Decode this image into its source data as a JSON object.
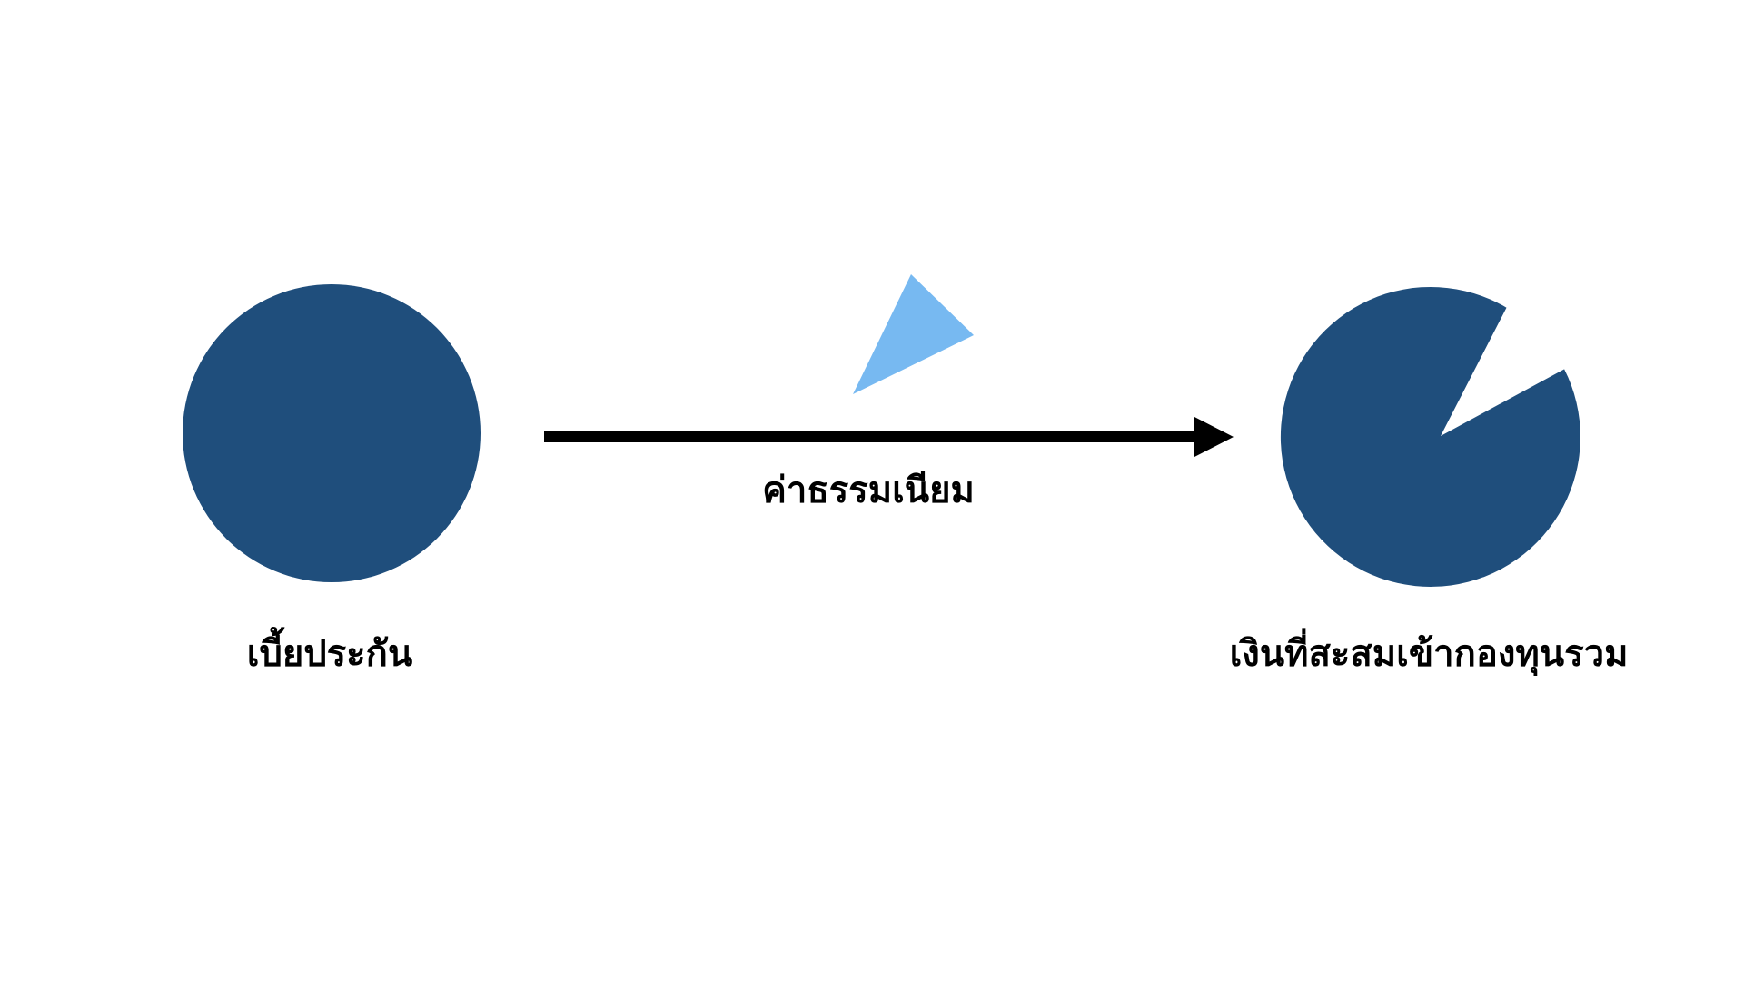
{
  "colors": {
    "pie_dark_blue": "#1F4E7C",
    "fee_slice_light_blue": "#77B9F1",
    "arrow_black": "#000000",
    "label_text": "#000000",
    "background": "#FFFFFF"
  },
  "diagram": {
    "premium_node": {
      "label": "เบี้ยประกัน",
      "shape": "full-pie-circle"
    },
    "fee_flow": {
      "label": "ค่าธรรมเนียม",
      "shape": "right-arrow"
    },
    "fee_slice": {
      "shape": "light-blue-wedge-slice"
    },
    "fund_node": {
      "label": "เงินที่สะสมเข้ากองทุนรวม",
      "shape": "pie-circle-with-slice-removed"
    }
  }
}
